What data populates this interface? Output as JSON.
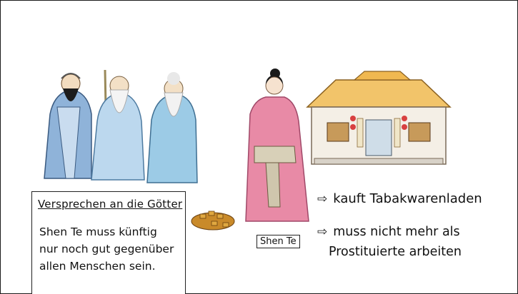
{
  "card": {
    "title": "Versprechen an die Götter",
    "lines": [
      "Shen Te muss künftig",
      "nur noch gut gegenüber",
      "allen Menschen sein."
    ]
  },
  "character_label": "Shen Te",
  "bullets": {
    "arrow": "⇨",
    "item1": "kauft Tabakwarenladen",
    "item2_line1": "muss nicht mehr als",
    "item2_line2": "Prostituierte arbeiten"
  }
}
